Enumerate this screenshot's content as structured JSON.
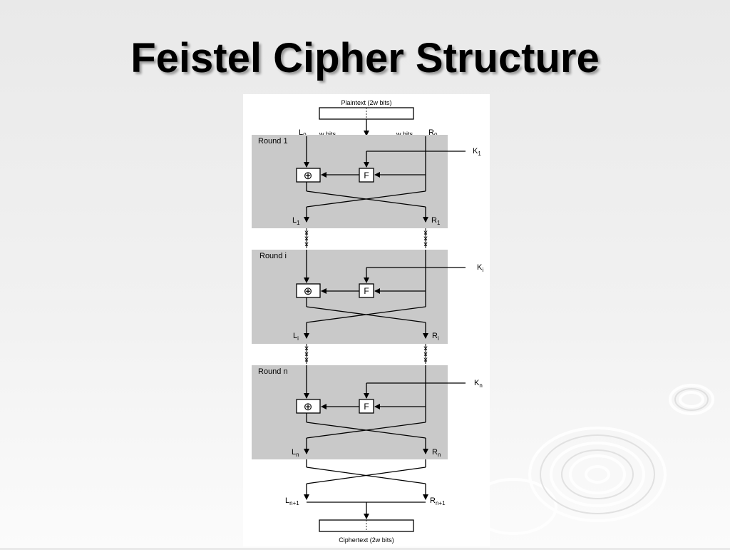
{
  "slide": {
    "title": "Feistel Cipher Structure"
  },
  "diagram": {
    "plaintext": "Plaintext (2w bits)",
    "ciphertext": "Ciphertext (2w bits)",
    "w_bits": "w bits",
    "fn": "F",
    "xor": "⊕",
    "ellipsis": "¥",
    "rounds": [
      {
        "label": "Round 1",
        "key_base": "K",
        "key_sub": "1",
        "in_left_base": "L",
        "in_left_sub": "0",
        "in_right_base": "R",
        "in_right_sub": "0",
        "out_left_base": "L",
        "out_left_sub": "1",
        "out_right_base": "R",
        "out_right_sub": "1"
      },
      {
        "label": "Round i",
        "key_base": "K",
        "key_sub": "i",
        "out_left_base": "L",
        "out_left_sub": "i",
        "out_right_base": "R",
        "out_right_sub": "i"
      },
      {
        "label": "Round n",
        "key_base": "K",
        "key_sub": "n",
        "out_left_base": "L",
        "out_left_sub": "n",
        "out_right_base": "R",
        "out_right_sub": "n"
      }
    ],
    "final": {
      "left_base": "L",
      "left_sub": "n+1",
      "right_base": "R",
      "right_sub": "n+1"
    }
  }
}
